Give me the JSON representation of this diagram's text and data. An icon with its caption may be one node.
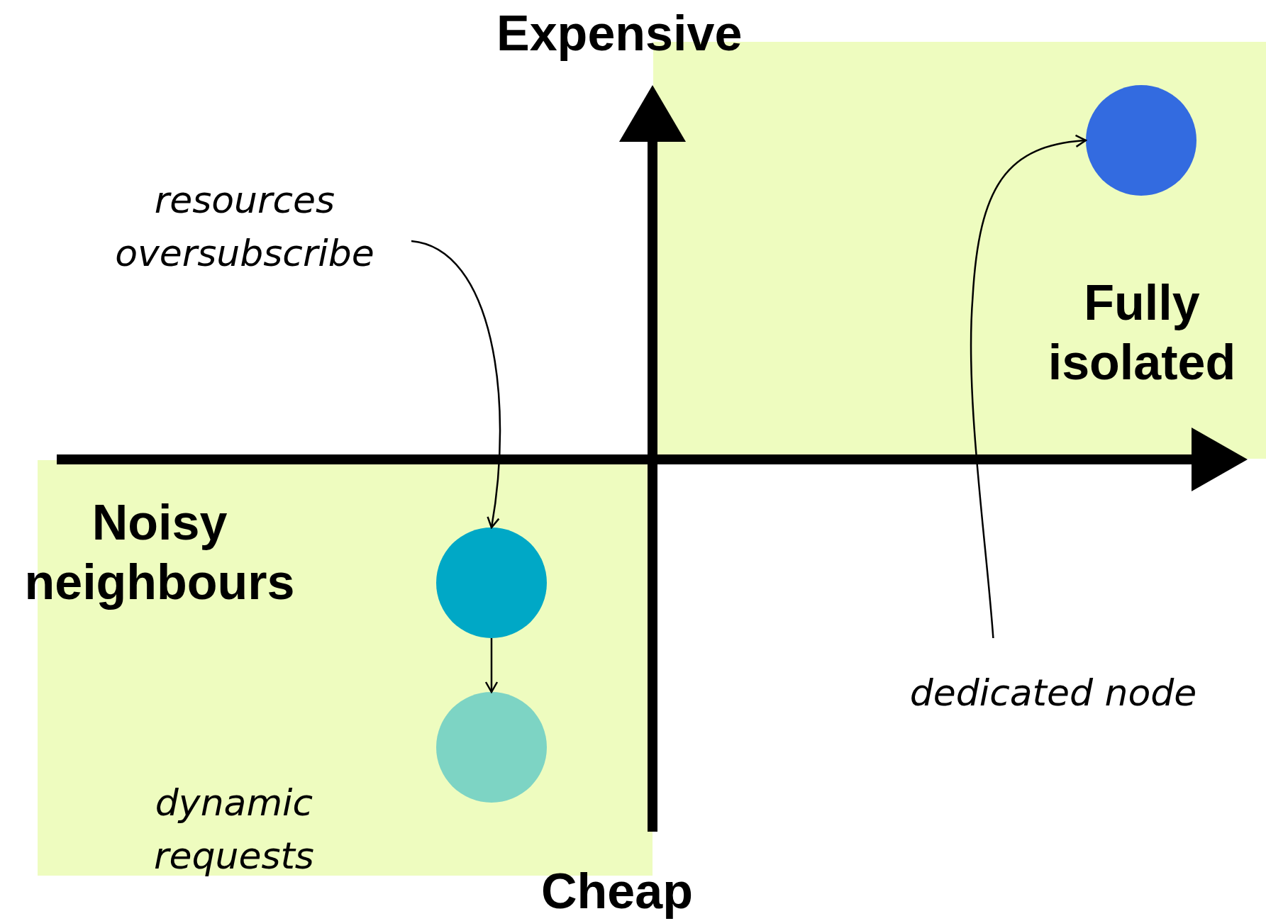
{
  "diagram": {
    "nodes": [
      {
        "text": [
          "Fully isolated"
        ]
      },
      {
        "text": [],
        "shape": "circle",
        "in": 0
      },
      {
        "text": [
          "Noisy neighbours"
        ]
      },
      {
        "text": [],
        "shape": "circle",
        "in": 2
      },
      {
        "text": [],
        "shape": "circle",
        "in": 2
      },
      {
        "text": [
          "resources oversubscribe"
        ]
      },
      {
        "text": [
          "dedicated node"
        ]
      }
    ],
    "edges": [
      {
        "from": 5,
        "to": 3,
        "arrow": "to"
      },
      {
        "from": 6,
        "to": 1,
        "arrow": "to"
      },
      {
        "from": 3,
        "to": 4,
        "arrow": "to"
      }
    ],
    "labels": [
      "Expensive",
      "Cheap",
      "dynamic requests"
    ]
  }
}
